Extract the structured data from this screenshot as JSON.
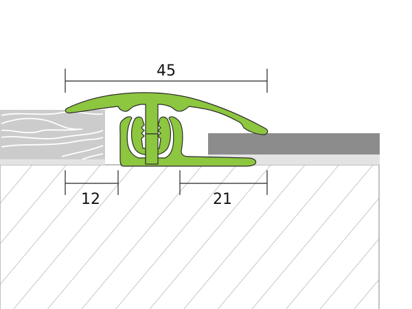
{
  "diagram": {
    "type": "floor transition profile cross-section",
    "colors": {
      "profile": "#8dc63f",
      "profile_outline": "#2a2a2a",
      "wood": "#cccccc",
      "wood_grain": "#ffffff",
      "tile": "#8c8c8c",
      "underlay": "#e3e3e3",
      "hatch": "#b8b8b8",
      "dimension": "#222222"
    },
    "dimensions": {
      "overall_width": "45",
      "left_offset": "12",
      "right_offset": "21"
    },
    "elements": [
      "wood plank (left)",
      "tile (right)",
      "green transition profile",
      "screed base (hatched)"
    ]
  }
}
